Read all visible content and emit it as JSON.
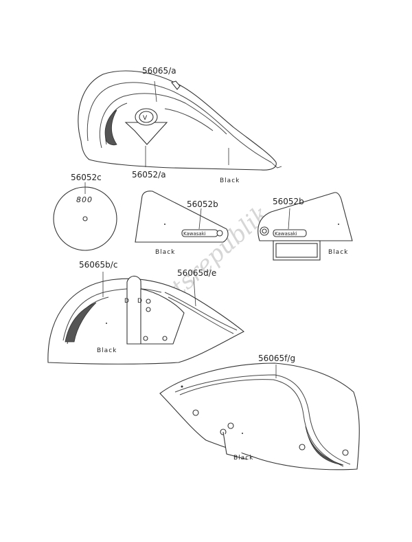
{
  "labels": {
    "tank_stripe": "56065/a",
    "tank_emblem": "56052/a",
    "tank_color": "Black",
    "cover_emblem": "56052c",
    "side_left_emblem": "56052b",
    "side_left_color": "Black",
    "side_right_emblem": "56052b",
    "side_right_color": "Black",
    "front_fender_stripe_left": "56065b/c",
    "front_fender_stripe_right": "56065d/e",
    "front_fender_color": "Black",
    "rear_fender_stripe": "56065f/g",
    "rear_fender_color": "Black"
  },
  "watermark": "Partsrepublik",
  "badge_text": "Kawasaki",
  "cover_logo": "800",
  "colors": {
    "line": "#333333",
    "background": "#ffffff"
  }
}
